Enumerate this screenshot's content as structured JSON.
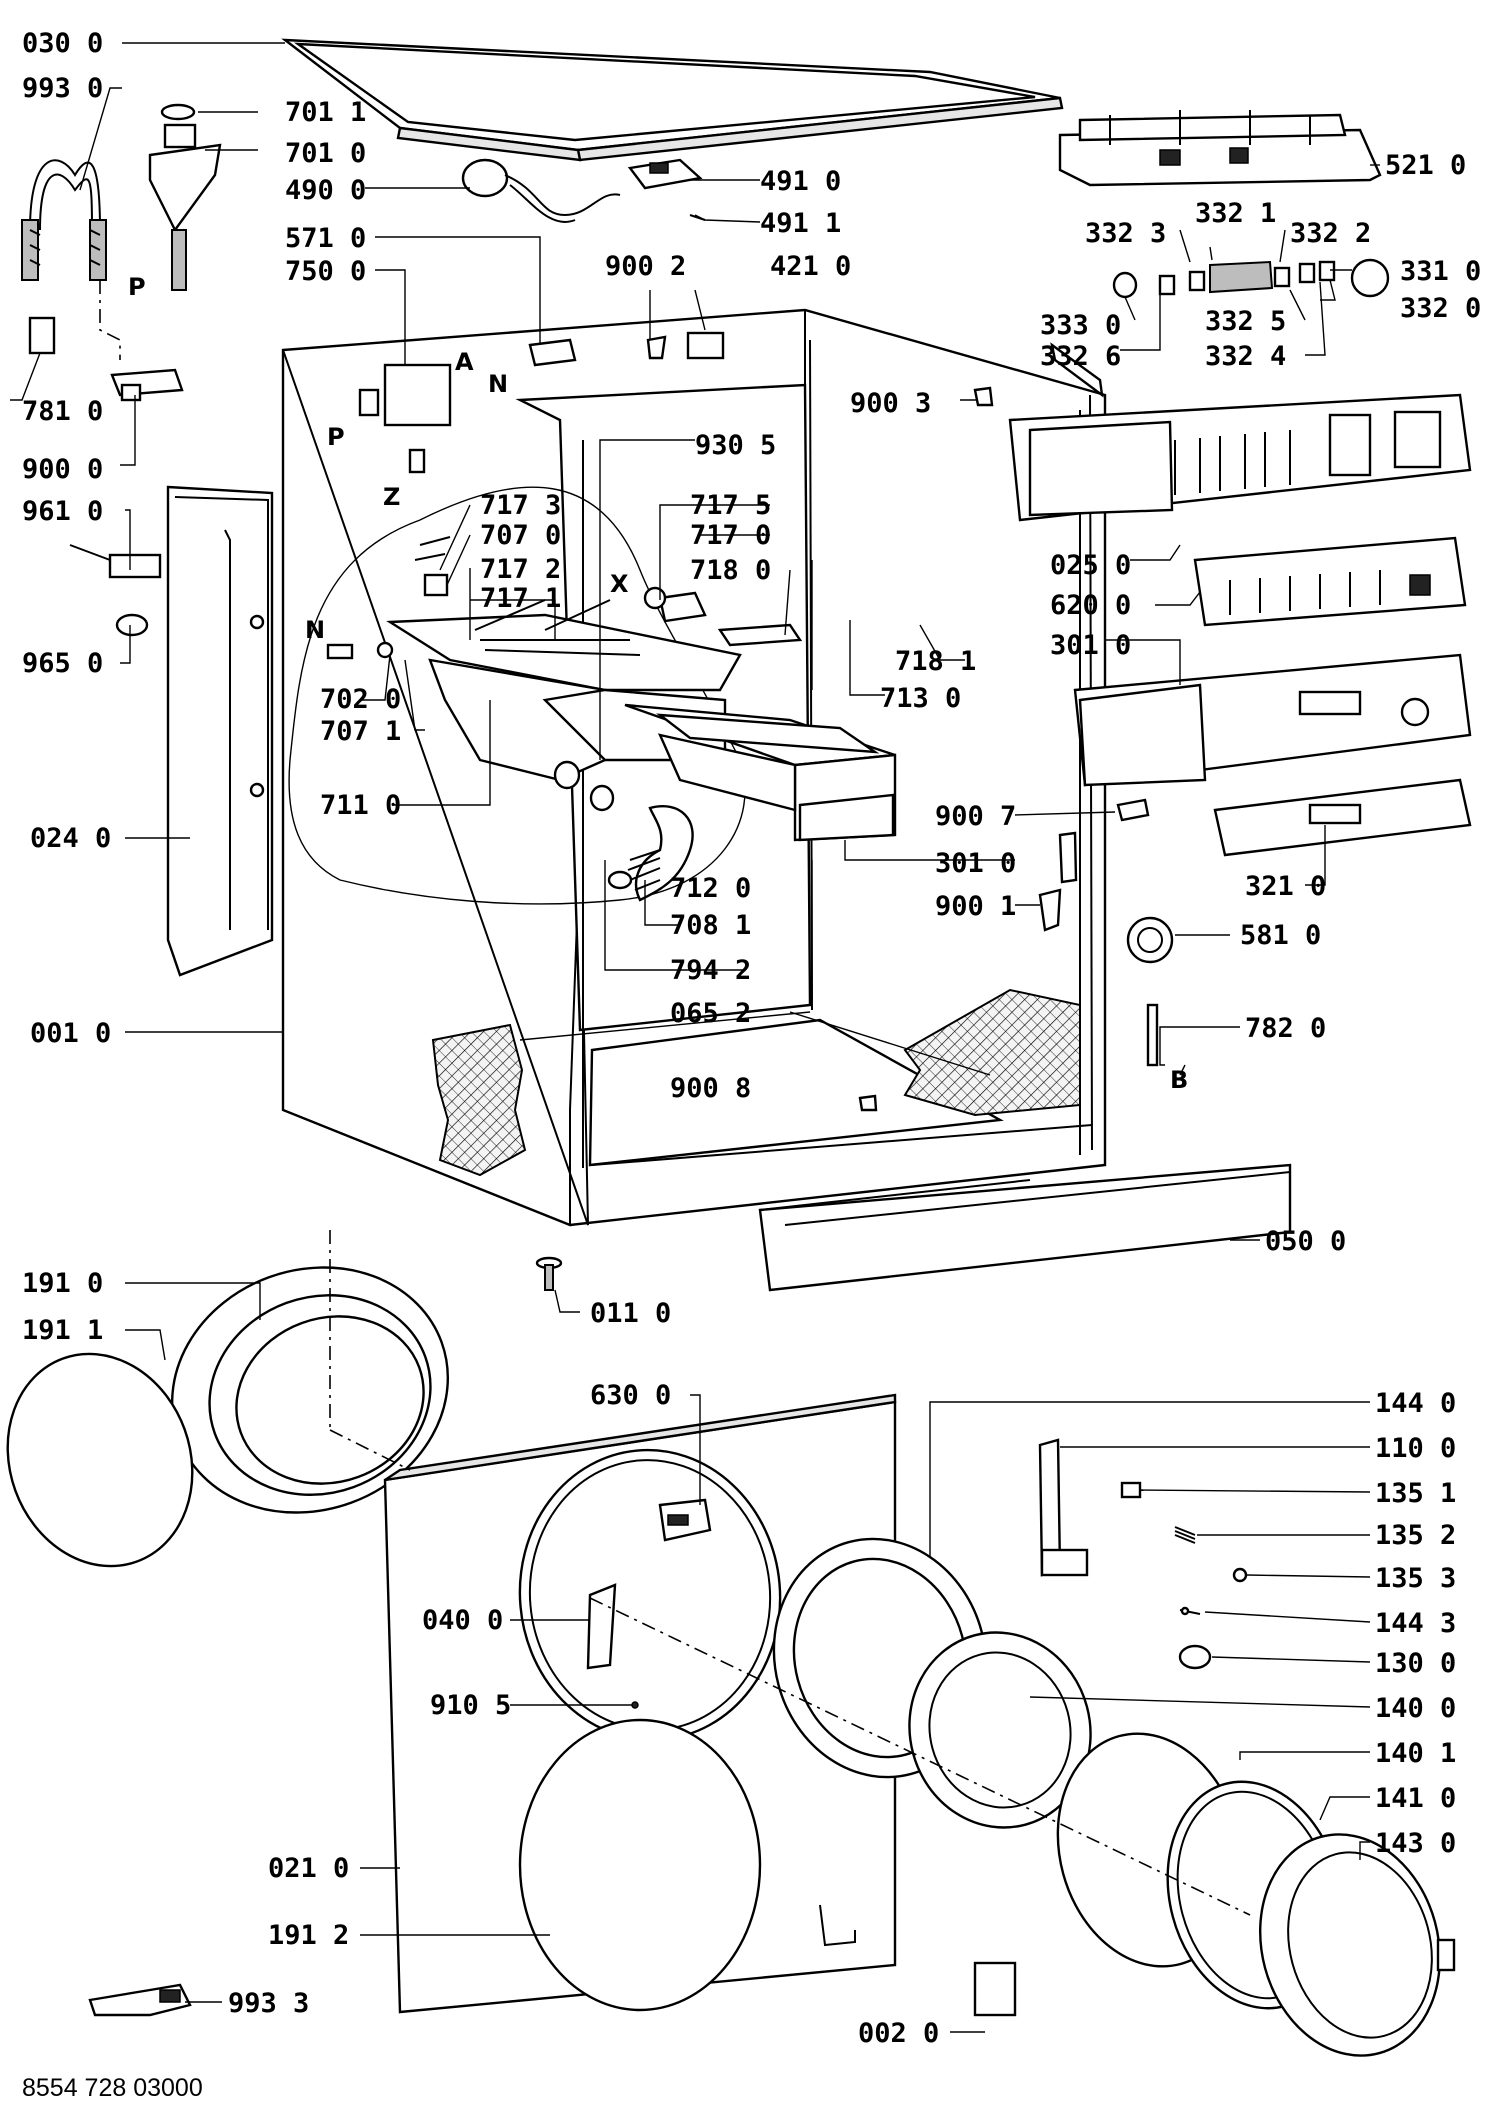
{
  "diagram": {
    "doc_number": "8554 728 03000",
    "part_labels": [
      {
        "id": "030 0"
      },
      {
        "id": "993 0"
      },
      {
        "id": "701 1"
      },
      {
        "id": "701 0"
      },
      {
        "id": "490 0"
      },
      {
        "id": "491 0"
      },
      {
        "id": "491 1"
      },
      {
        "id": "521 0"
      },
      {
        "id": "571 0"
      },
      {
        "id": "750 0"
      },
      {
        "id": "332 1"
      },
      {
        "id": "332 3"
      },
      {
        "id": "332 2"
      },
      {
        "id": "900 2"
      },
      {
        "id": "421 0"
      },
      {
        "id": "331 0"
      },
      {
        "id": "332 0"
      },
      {
        "id": "333 0"
      },
      {
        "id": "332 5"
      },
      {
        "id": "332 6"
      },
      {
        "id": "332 4"
      },
      {
        "id": "781 0"
      },
      {
        "id": "900 3"
      },
      {
        "id": "900 0"
      },
      {
        "id": "930 5"
      },
      {
        "id": "961 0"
      },
      {
        "id": "717 3"
      },
      {
        "id": "717 5"
      },
      {
        "id": "707 0"
      },
      {
        "id": "717 0"
      },
      {
        "id": "717 2"
      },
      {
        "id": "717 1"
      },
      {
        "id": "718 0"
      },
      {
        "id": "025 0"
      },
      {
        "id": "620 0"
      },
      {
        "id": "965 0"
      },
      {
        "id": "718 1"
      },
      {
        "id": "301 0"
      },
      {
        "id": "702 0"
      },
      {
        "id": "713 0"
      },
      {
        "id": "707 1"
      },
      {
        "id": "711 0"
      },
      {
        "id": "900 7"
      },
      {
        "id": "024 0"
      },
      {
        "id": "301 0"
      },
      {
        "id": "712 0"
      },
      {
        "id": "321 0"
      },
      {
        "id": "900 1"
      },
      {
        "id": "708 1"
      },
      {
        "id": "581 0"
      },
      {
        "id": "794 2"
      },
      {
        "id": "065 2"
      },
      {
        "id": "001 0"
      },
      {
        "id": "782 0"
      },
      {
        "id": "900 8"
      },
      {
        "id": "050 0"
      },
      {
        "id": "191 0"
      },
      {
        "id": "011 0"
      },
      {
        "id": "191 1"
      },
      {
        "id": "630 0"
      },
      {
        "id": "144 0"
      },
      {
        "id": "110 0"
      },
      {
        "id": "135 1"
      },
      {
        "id": "135 2"
      },
      {
        "id": "135 3"
      },
      {
        "id": "040 0"
      },
      {
        "id": "144 3"
      },
      {
        "id": "130 0"
      },
      {
        "id": "910 5"
      },
      {
        "id": "140 0"
      },
      {
        "id": "140 1"
      },
      {
        "id": "141 0"
      },
      {
        "id": "021 0"
      },
      {
        "id": "143 0"
      },
      {
        "id": "191 2"
      },
      {
        "id": "993 3"
      },
      {
        "id": "002 0"
      }
    ],
    "letter_markers": [
      {
        "text": "P"
      },
      {
        "text": "A"
      },
      {
        "text": "N"
      },
      {
        "text": "P"
      },
      {
        "text": "Z"
      },
      {
        "text": "X"
      },
      {
        "text": "N"
      },
      {
        "text": "B"
      }
    ]
  }
}
